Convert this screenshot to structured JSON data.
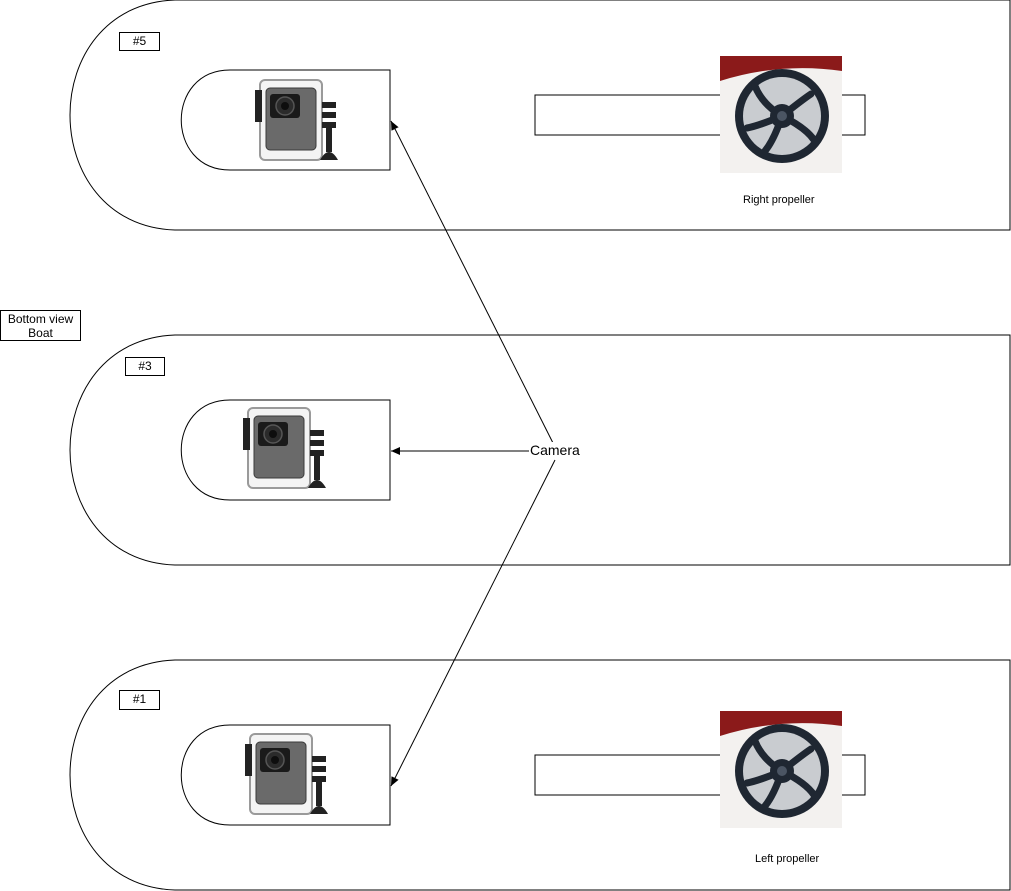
{
  "view_label": [
    "Bottom view",
    "Boat"
  ],
  "boats": [
    {
      "label": "#5",
      "propeller_label": "Right propeller"
    },
    {
      "label": "#3"
    },
    {
      "label": "#1",
      "propeller_label": "Left propeller"
    }
  ],
  "callout": "Camera",
  "icons": {
    "camera": "action-camera-icon",
    "propeller": "propeller-thruster-icon"
  },
  "colors": {
    "stroke": "#000000",
    "propeller_mount": "#8b1a1a",
    "camera_body": "#4a4a4a"
  }
}
